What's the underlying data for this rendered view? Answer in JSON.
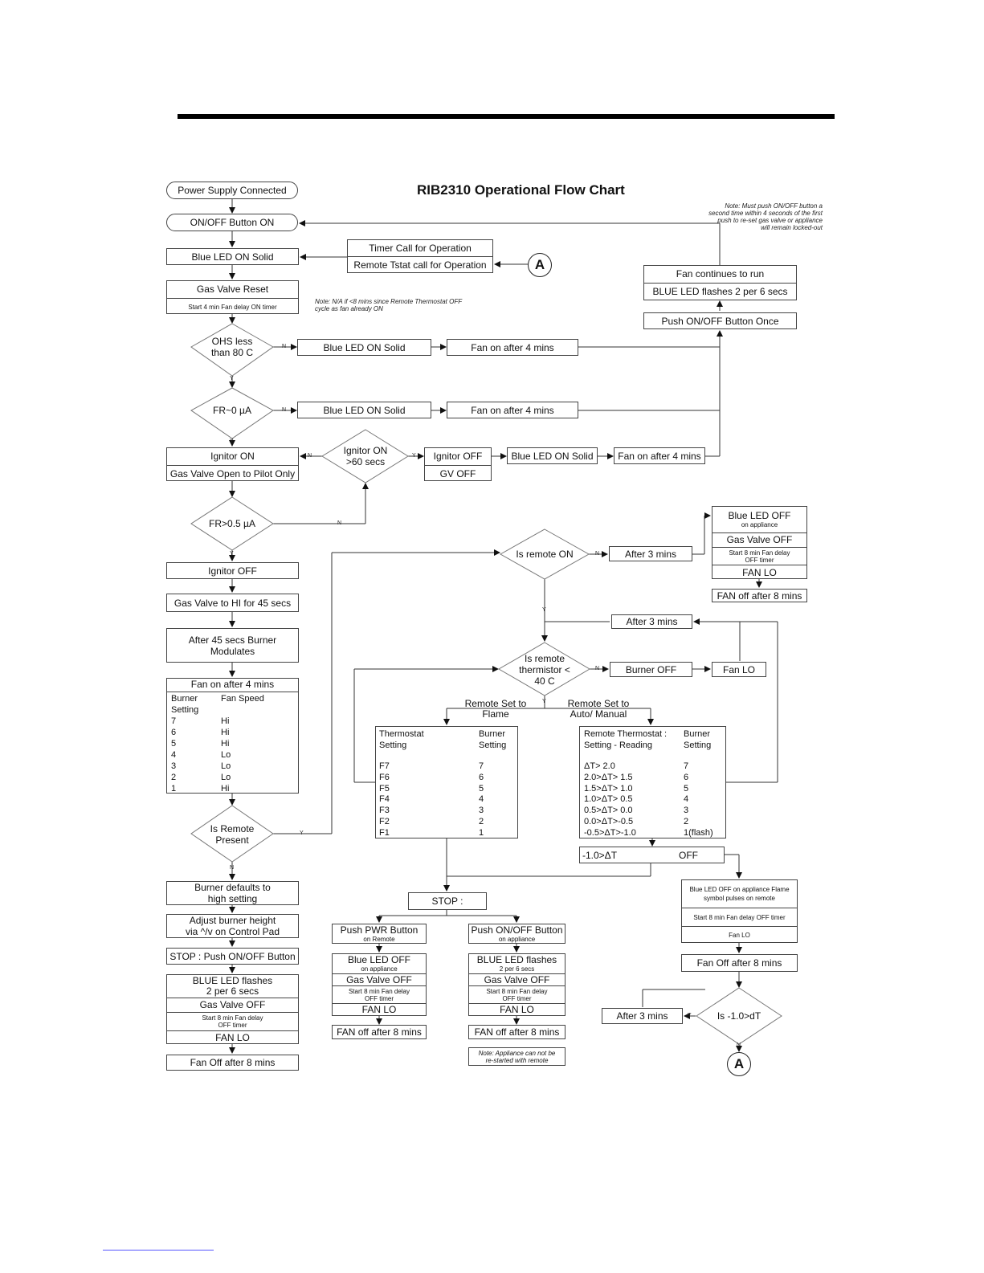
{
  "title": "RIB2310 Operational Flow Chart",
  "nodes": {
    "power_supply": "Power Supply Connected",
    "onoff_on": "ON/OFF Button ON",
    "blue_led_solid": "Blue LED ON Solid",
    "timer_call": "Timer Call for Operation",
    "remote_tstat_call": "Remote Tstat call for Operation",
    "connector_a": "A",
    "gas_valve_reset": "Gas Valve Reset",
    "start_fan_delay": "Start 4 min Fan delay ON timer",
    "note_na": "Note: N/A if <8 mins since Remote Thermostat OFF cycle as fan already ON",
    "ohs_decision": "OHS less than 80 C",
    "fr0_decision": "FR~0 µA",
    "blue_led_solid_2": "Blue LED ON Solid",
    "fan_on_4_1": "Fan on after 4 mins",
    "blue_led_solid_3": "Blue LED ON Solid",
    "fan_on_4_2": "Fan on after 4 mins",
    "ignitor_on": "Ignitor ON",
    "gv_open_pilot": "Gas Valve Open to Pilot Only",
    "ignitor60_decision": "Ignitor ON >60 secs",
    "ignitor_off_1": "Ignitor OFF",
    "gv_off_1": "GV OFF",
    "blue_led_solid_4": "Blue LED ON Solid",
    "fan_on_4_3": "Fan on after 4 mins",
    "note_push": "Note: Must push ON/OFF button a second time within 4 seconds of the first push to re-set gas valve or appliance will remain locked-out",
    "fan_continues": "Fan continues to run",
    "blue_flash_2per6": "BLUE LED flashes 2 per 6 secs",
    "push_once": "Push ON/OFF Button Once",
    "fr05_decision": "FR>0.5 µA",
    "ignitor_off_2": "Ignitor OFF",
    "gv_hi_45": "Gas Valve to HI for 45 secs",
    "after45_modulates": "After 45 secs Burner Modulates",
    "fan_on_table_title": "Fan on after 4 mins",
    "remote_present_decision": "Is Remote Present",
    "burner_defaults": "Burner defaults to high setting",
    "adjust_burner": "Adjust burner height via ^/v on Control Pad",
    "stop_push": "STOP : Push ON/OFF Button",
    "left_bottom": [
      "BLUE LED flashes 2 per 6 secs",
      "Gas Valve OFF",
      "Start 8 min Fan delay OFF timer",
      "FAN LO"
    ],
    "fan_off_8_left": "Fan Off after 8 mins",
    "is_remote_on": "Is remote ON",
    "after3_top": "After 3 mins",
    "right_top_stack": {
      "r1": "Blue LED OFF",
      "r1_sub": "on appliance",
      "r2": "Gas Valve OFF",
      "r3": "Start 8 min Fan delay OFF timer",
      "r4": "FAN LO"
    },
    "fan_off_8_top": "FAN off after 8 mins",
    "after3_mid": "After 3 mins",
    "remote_thermistor": "Is remote thermistor < 40 C",
    "burner_off": "Burner OFF",
    "fan_lo": "Fan LO",
    "set_flame": "Remote Set to Flame",
    "set_auto": "Remote Set to Auto/ Manual",
    "off_row": {
      "left": "-1.0>ΔT",
      "right": "OFF"
    },
    "right_bottom_stack": {
      "r1": "Blue LED OFF on appliance Flame symbol pulses on remote",
      "r2": "Start 8 min Fan delay OFF timer",
      "r3": "Fan LO"
    },
    "fan_off_8_right": "Fan Off after 8 mins",
    "is_dt_decision": "Is -1.0>dT",
    "after3_bottom": "After 3 mins",
    "stop_center": "STOP :",
    "push_pwr": "Push PWR Button",
    "push_pwr_sub": "on Remote",
    "push_onoff": "Push ON/OFF Button",
    "push_onoff_sub": "on appliance",
    "stack_pwr": {
      "r1": "Blue LED OFF",
      "r1_sub": "on appliance",
      "r2": "Gas Valve OFF",
      "r3": "Start 8 min Fan delay OFF timer",
      "r4": "FAN LO"
    },
    "stack_onoff": {
      "r1": "BLUE LED flashes",
      "r1_sub": "2 per 6 secs",
      "r2": "Gas Valve OFF",
      "r3": "Start 8 min Fan delay OFF timer",
      "r4": "FAN LO"
    },
    "fan_off_8_pwr": "FAN off after 8 mins",
    "fan_off_8_onoff": "FAN off after 8 mins",
    "note_restart": "Note: Appliance can not be re-started with remote"
  },
  "fan_table": {
    "headers": [
      "Burner Setting",
      "Fan Speed"
    ],
    "rows": [
      [
        "7",
        "Hi"
      ],
      [
        "6",
        "Hi"
      ],
      [
        "5",
        "Hi"
      ],
      [
        "4",
        "Lo"
      ],
      [
        "3",
        "Lo"
      ],
      [
        "2",
        "Lo"
      ],
      [
        "1",
        "Hi"
      ]
    ]
  },
  "flame_table": {
    "headers": [
      "Thermostat Setting",
      "Burner Setting"
    ],
    "rows": [
      [
        "F7",
        "7"
      ],
      [
        "F6",
        "6"
      ],
      [
        "F5",
        "5"
      ],
      [
        "F4",
        "4"
      ],
      [
        "F3",
        "3"
      ],
      [
        "F2",
        "2"
      ],
      [
        "F1",
        "1"
      ]
    ]
  },
  "auto_table": {
    "headers": [
      "Remote Thermostat : Setting - Reading",
      "Burner Setting"
    ],
    "rows": [
      [
        "ΔT> 2.0",
        "7"
      ],
      [
        "2.0>ΔT> 1.5",
        "6"
      ],
      [
        "1.5>ΔT> 1.0",
        "5"
      ],
      [
        "1.0>ΔT> 0.5",
        "4"
      ],
      [
        "0.5>ΔT> 0.0",
        "3"
      ],
      [
        "0.0>ΔT>-0.5",
        "2"
      ],
      [
        "-0.5>ΔT>-1.0",
        "1(flash)"
      ]
    ]
  },
  "edge_labels": {
    "n": "N",
    "y": "Y"
  }
}
